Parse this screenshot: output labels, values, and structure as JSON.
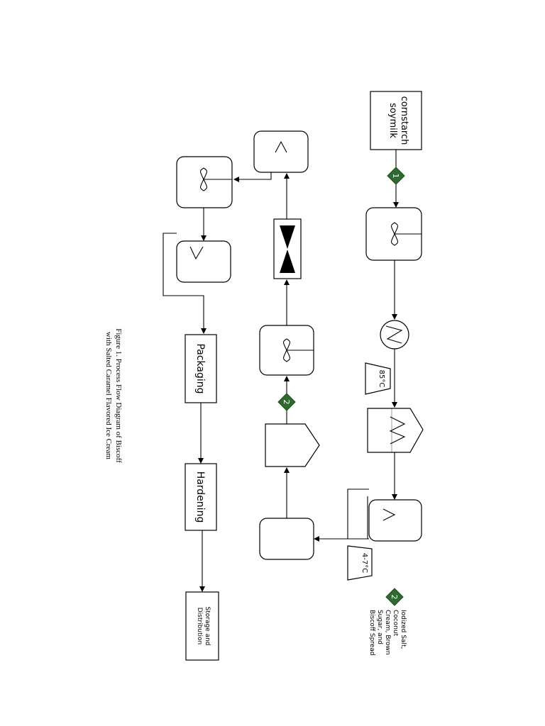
{
  "feed": {
    "line1": "cornstarch",
    "line2": "soymilk"
  },
  "markers": {
    "one": "1",
    "two": "2"
  },
  "temps": {
    "pasteurize": "85°C",
    "cool": "4-7°C"
  },
  "legend": {
    "marker": "2",
    "lines": [
      "Iodized Salt,",
      "Coconut",
      "Cream, Brown",
      "Sugar, and",
      "Biscoff Spread"
    ]
  },
  "steps": {
    "packaging": "Packaging",
    "hardening": "Hardening",
    "storage_line1": "Storage and",
    "storage_line2": "Distribution"
  },
  "caption": {
    "line1": "Figure 1. Process Flow Diagram of Biscoff",
    "line2": "with Salted Caramel Flavored Ice Cream"
  },
  "colors": {
    "marker_fill": "#2e6b2e",
    "line": "#000000"
  }
}
